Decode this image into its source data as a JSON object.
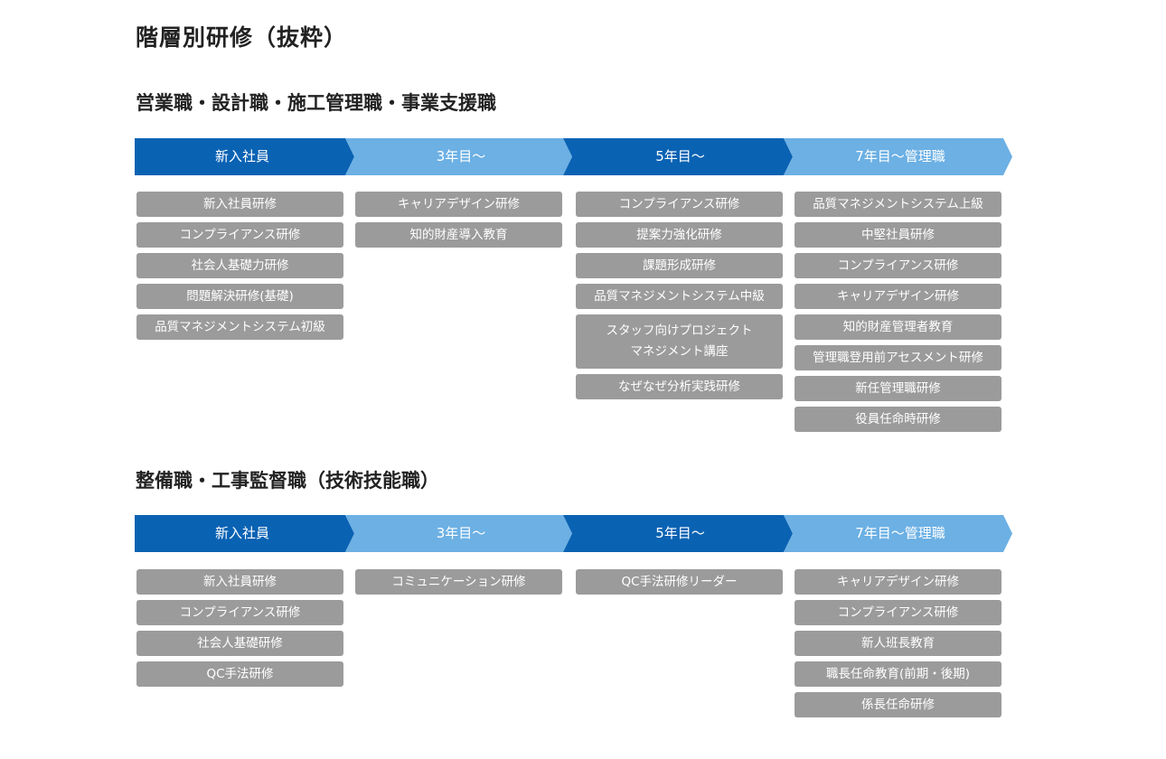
{
  "page_title": "階層別研修（抜粋）",
  "sections": [
    {
      "title": "営業職・設計職・施工管理職・事業支援職",
      "stages": [
        "新入社員",
        "3年目〜",
        "5年目〜",
        "7年目〜管理職"
      ],
      "columns": [
        [
          "新入社員研修",
          "コンプライアンス研修",
          "社会人基礎力研修",
          "問題解決研修(基礎)",
          "品質マネジメントシステム初級"
        ],
        [
          "キャリアデザイン研修",
          "知的財産導入教育"
        ],
        [
          "コンプライアンス研修",
          "提案力強化研修",
          "課題形成研修",
          "品質マネジメントシステム中級",
          "スタッフ向けプロジェクト\nマネジメント講座",
          "なぜなぜ分析実践研修"
        ],
        [
          "品質マネジメントシステム上級",
          "中堅社員研修",
          "コンプライアンス研修",
          "キャリアデザイン研修",
          "知的財産管理者教育",
          "管理職登用前アセスメント研修",
          "新任管理職研修",
          "役員任命時研修"
        ]
      ]
    },
    {
      "title": "整備職・工事監督職（技術技能職）",
      "stages": [
        "新入社員",
        "3年目〜",
        "5年目〜",
        "7年目〜管理職"
      ],
      "columns": [
        [
          "新入社員研修",
          "コンプライアンス研修",
          "社会人基礎研修",
          "QC手法研修"
        ],
        [
          "コミュニケーション研修"
        ],
        [
          "QC手法研修リーダー"
        ],
        [
          "キャリアデザイン研修",
          "コンプライアンス研修",
          "新人班長教育",
          "職長任命教育(前期・後期)",
          "係長任命研修"
        ]
      ]
    }
  ],
  "colors": {
    "dark_blue": "#0a62b3",
    "light_blue": "#6cb0e4",
    "box_gray": "#9b9b9b"
  }
}
